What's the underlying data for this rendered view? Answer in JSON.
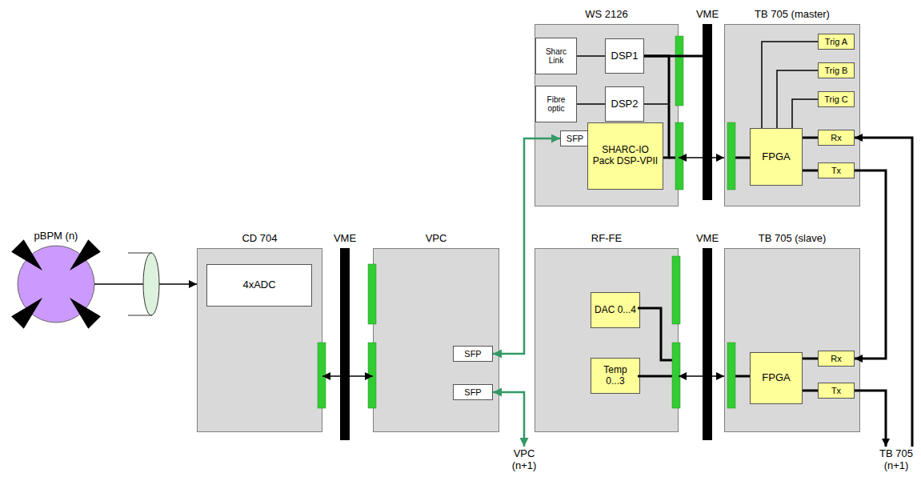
{
  "diagram": {
    "nodes": [
      {
        "text": [
          "pBPM (n)"
        ]
      },
      {
        "text": [
          "CD 704"
        ]
      },
      {
        "text": [
          "4xADC"
        ],
        "in": 1
      },
      {
        "text": [
          "VME"
        ]
      },
      {
        "text": [
          "VPC"
        ]
      },
      {
        "text": [
          "SFP"
        ],
        "in": 4
      },
      {
        "text": [
          "SFP"
        ],
        "in": 4
      },
      {
        "text": [
          "VPC (n+1)"
        ]
      },
      {
        "text": [
          "WS 2126"
        ]
      },
      {
        "text": [
          "Sharc Link"
        ],
        "in": 8
      },
      {
        "text": [
          "DSP1"
        ],
        "in": 8
      },
      {
        "text": [
          "Fibre optic"
        ],
        "in": 8
      },
      {
        "text": [
          "DSP2"
        ],
        "in": 8
      },
      {
        "text": [
          "SFP"
        ],
        "in": 8
      },
      {
        "text": [
          "SHARC-IO Pack DSP-VPII"
        ],
        "in": 8
      },
      {
        "text": [
          "VME"
        ]
      },
      {
        "text": [
          "TB 705 (master)"
        ]
      },
      {
        "text": [
          "Trig A"
        ],
        "in": 16
      },
      {
        "text": [
          "Trig B"
        ],
        "in": 16
      },
      {
        "text": [
          "Trig C"
        ],
        "in": 16
      },
      {
        "text": [
          "Rx"
        ],
        "in": 16
      },
      {
        "text": [
          "Tx"
        ],
        "in": 16
      },
      {
        "text": [
          "FPGA"
        ],
        "in": 16
      },
      {
        "text": [
          "RF-FE"
        ]
      },
      {
        "text": [
          "DAC 0...4"
        ],
        "in": 23
      },
      {
        "text": [
          "Temp 0...3"
        ],
        "in": 23
      },
      {
        "text": [
          "VME"
        ]
      },
      {
        "text": [
          "TB 705 (slave)"
        ]
      },
      {
        "text": [
          "FPGA"
        ],
        "in": 27
      },
      {
        "text": [
          "Rx"
        ],
        "in": 27
      },
      {
        "text": [
          "Tx"
        ],
        "in": 27
      },
      {
        "text": [
          "TB 705 (n+1)"
        ]
      }
    ],
    "edges": [
      {
        "from": 0,
        "to": 1,
        "arrow": "to"
      },
      {
        "from": 1,
        "to": 4,
        "arrow": "both"
      },
      {
        "from": 5,
        "to": 13,
        "arrow": "both"
      },
      {
        "from": 6,
        "to": 7,
        "arrow": "both"
      },
      {
        "from": 9,
        "to": 10,
        "arrow": "none"
      },
      {
        "from": 10,
        "to": 15,
        "arrow": "none"
      },
      {
        "from": 11,
        "to": 12,
        "arrow": "none"
      },
      {
        "from": 12,
        "to": 15,
        "arrow": "none"
      },
      {
        "from": 14,
        "to": 10,
        "arrow": "none"
      },
      {
        "from": 8,
        "to": 16,
        "arrow": "both"
      },
      {
        "from": 22,
        "to": 17,
        "arrow": "none"
      },
      {
        "from": 22,
        "to": 18,
        "arrow": "none"
      },
      {
        "from": 22,
        "to": 19,
        "arrow": "none"
      },
      {
        "from": 22,
        "to": 20,
        "arrow": "none"
      },
      {
        "from": 22,
        "to": 21,
        "arrow": "none"
      },
      {
        "from": 21,
        "to": 29,
        "arrow": "to"
      },
      {
        "from": 31,
        "to": 20,
        "arrow": "to"
      },
      {
        "from": 23,
        "to": 27,
        "arrow": "both"
      },
      {
        "from": 28,
        "to": 29,
        "arrow": "none"
      },
      {
        "from": 28,
        "to": 30,
        "arrow": "none"
      },
      {
        "from": 30,
        "to": 31,
        "arrow": "to"
      }
    ]
  }
}
